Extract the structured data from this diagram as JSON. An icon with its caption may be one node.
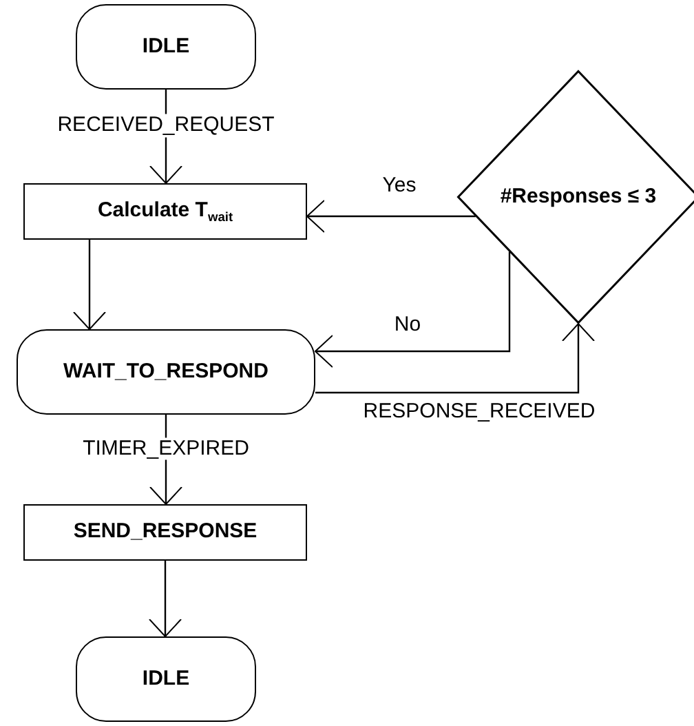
{
  "diagram": {
    "nodes": [
      {
        "text": [
          "IDLE"
        ]
      },
      {
        "text": [
          "Calculate T$_{wait}$"
        ]
      },
      {
        "text": [
          "#Responses ≤ 3"
        ]
      },
      {
        "text": [
          "WAIT_TO_RESPOND"
        ]
      },
      {
        "text": [
          "SEND_RESPONSE"
        ]
      },
      {
        "text": [
          "IDLE"
        ]
      }
    ],
    "edges": [
      {
        "from": 0,
        "to": 1,
        "arrow": "to",
        "label": "RECEIVED_REQUEST"
      },
      {
        "from": 2,
        "to": 1,
        "arrow": "to",
        "label": "Yes"
      },
      {
        "from": 1,
        "to": 3,
        "arrow": "to"
      },
      {
        "from": 2,
        "to": 3,
        "arrow": "to",
        "label": "No"
      },
      {
        "from": 3,
        "to": 2,
        "arrow": "to",
        "label": "RESPONSE_RECEIVED"
      },
      {
        "from": 3,
        "to": 4,
        "arrow": "to",
        "label": "TIMER_EXPIRED"
      },
      {
        "from": 4,
        "to": 5,
        "arrow": "to"
      }
    ]
  }
}
